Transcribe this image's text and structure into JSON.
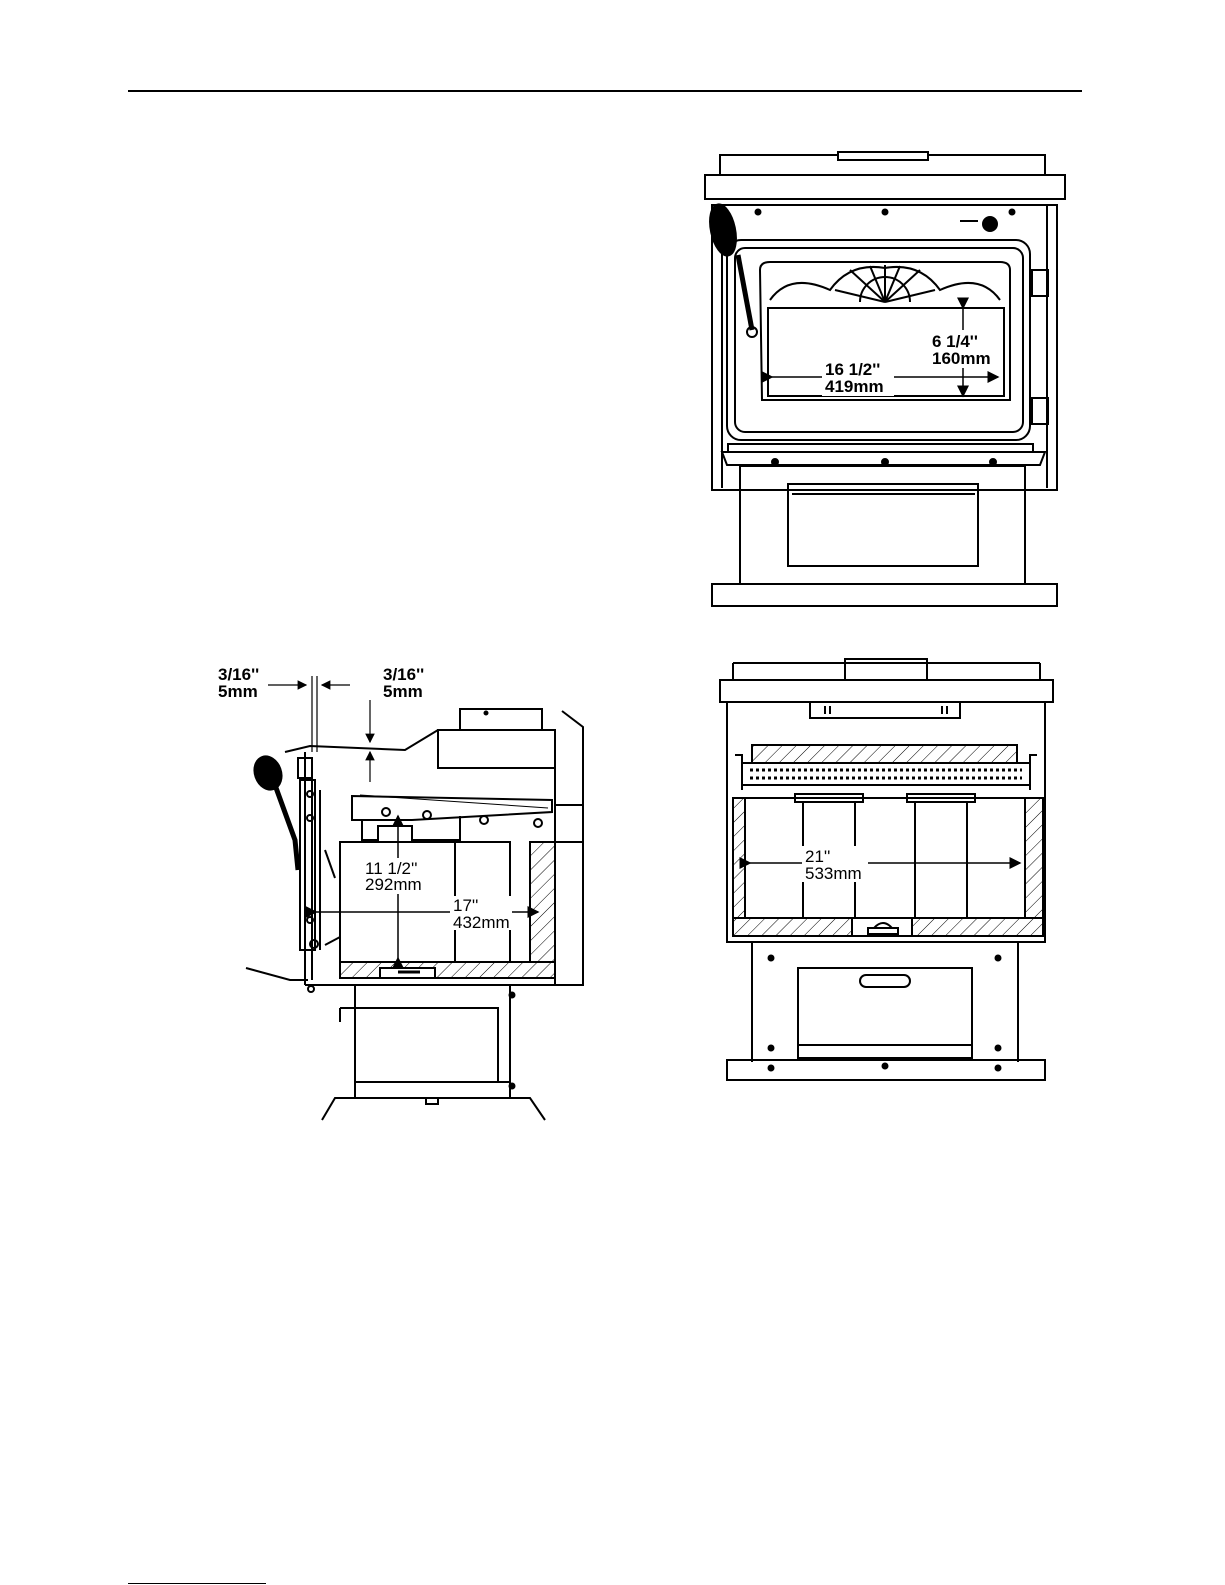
{
  "front_view": {
    "width_dim": {
      "in": "16  1/2''",
      "mm": "419mm"
    },
    "height_dim": {
      "in": "6  1/4''",
      "mm": "160mm"
    }
  },
  "side_view": {
    "gap_left": {
      "in": "3/16''",
      "mm": "5mm"
    },
    "gap_top": {
      "in": "3/16''",
      "mm": "5mm"
    },
    "height_dim": {
      "in": "11  1/2''",
      "mm": "292mm"
    },
    "depth_dim": {
      "in": "17''",
      "mm": "432mm"
    }
  },
  "section_view": {
    "width_dim": {
      "in": "21''",
      "mm": "533mm"
    }
  }
}
